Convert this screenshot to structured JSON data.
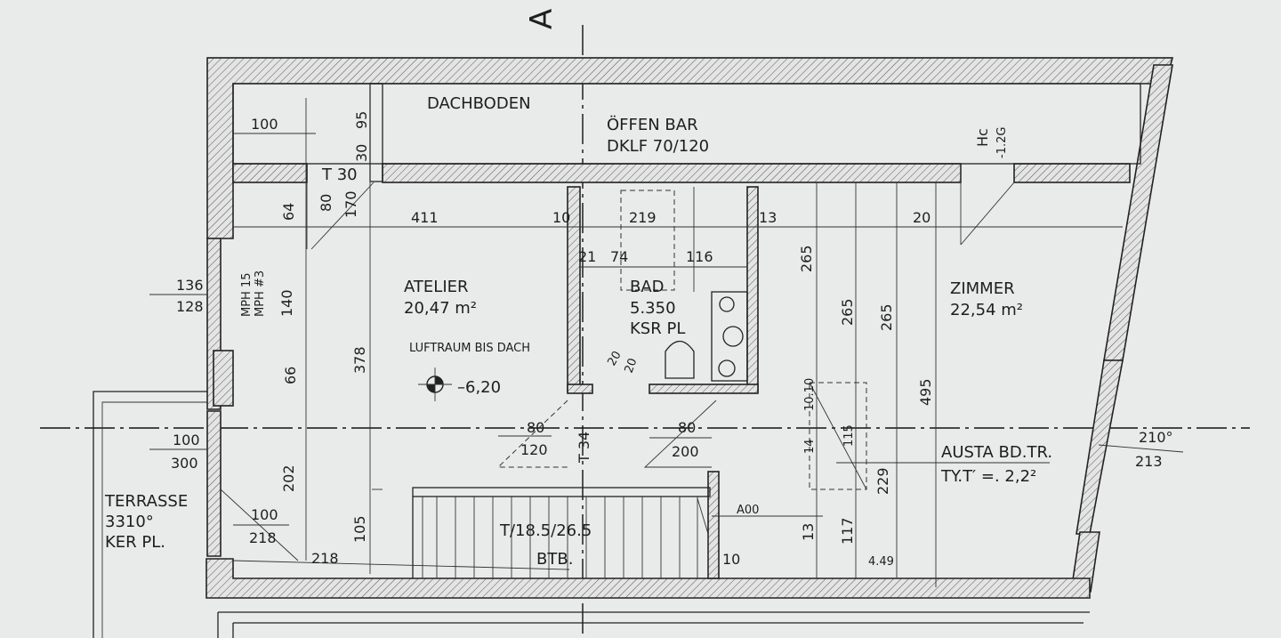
{
  "section": {
    "marker": "A"
  },
  "rooms": {
    "dachboden": "DACHBODEN",
    "atelier": {
      "name": "ATELIER",
      "area": "20,47 m²"
    },
    "bad": {
      "name": "BAD",
      "area": "5.350",
      "floor": "KSR PL"
    },
    "zimmer": {
      "name": "ZIMMER",
      "area": "22,54 m²"
    },
    "terrasse": {
      "name": "TERRASSE",
      "area": "3310°",
      "floor": "KER PL."
    }
  },
  "notes": {
    "hatch_line1": "ÖFFEN BAR",
    "hatch_line2": "DKLF 70/120",
    "luftraum": "LUFTRAUM BIS DACH",
    "level": "–6,20",
    "stair": "T/18.5/26.5",
    "stair2": "BTB.",
    "austa_line1": "AUSTA BD.TR.",
    "austa_line2": "TY.T′ =. 2,2²",
    "t30": "T 30",
    "t34": "T 34",
    "mph1": "MPH 15",
    "mph2": "MPH #3",
    "aoo": "A00",
    "hc": "Hc",
    "hc2": "-1.2G"
  },
  "dims": {
    "d100_top": "100",
    "d95": "95",
    "d30": "30",
    "d80_v": "80",
    "d170": "170",
    "d64": "64",
    "d411": "411",
    "d10": "10",
    "d219": "219",
    "d13": "13",
    "d20": "20",
    "d21": "21",
    "d74": "74",
    "d116": "116",
    "d265a": "265",
    "d265b": "265",
    "d265c": "265",
    "d136": "136",
    "d128": "128",
    "d140": "140",
    "d378": "378",
    "d66": "66",
    "d20b": "20",
    "d20c": "20",
    "d80a": "80",
    "d120": "120",
    "d80b": "80",
    "d200": "200",
    "d495": "495",
    "d210": "210°",
    "d213": "213",
    "d100b": "100",
    "d300": "300",
    "d202": "202",
    "d100c": "100",
    "d218a": "218",
    "d218b": "218",
    "d105": "105",
    "d10b": "10",
    "d13b": "13",
    "d117": "117",
    "d229": "229",
    "d449": "4.49",
    "d115": "115",
    "d14": "14",
    "d1010": "10.10"
  }
}
